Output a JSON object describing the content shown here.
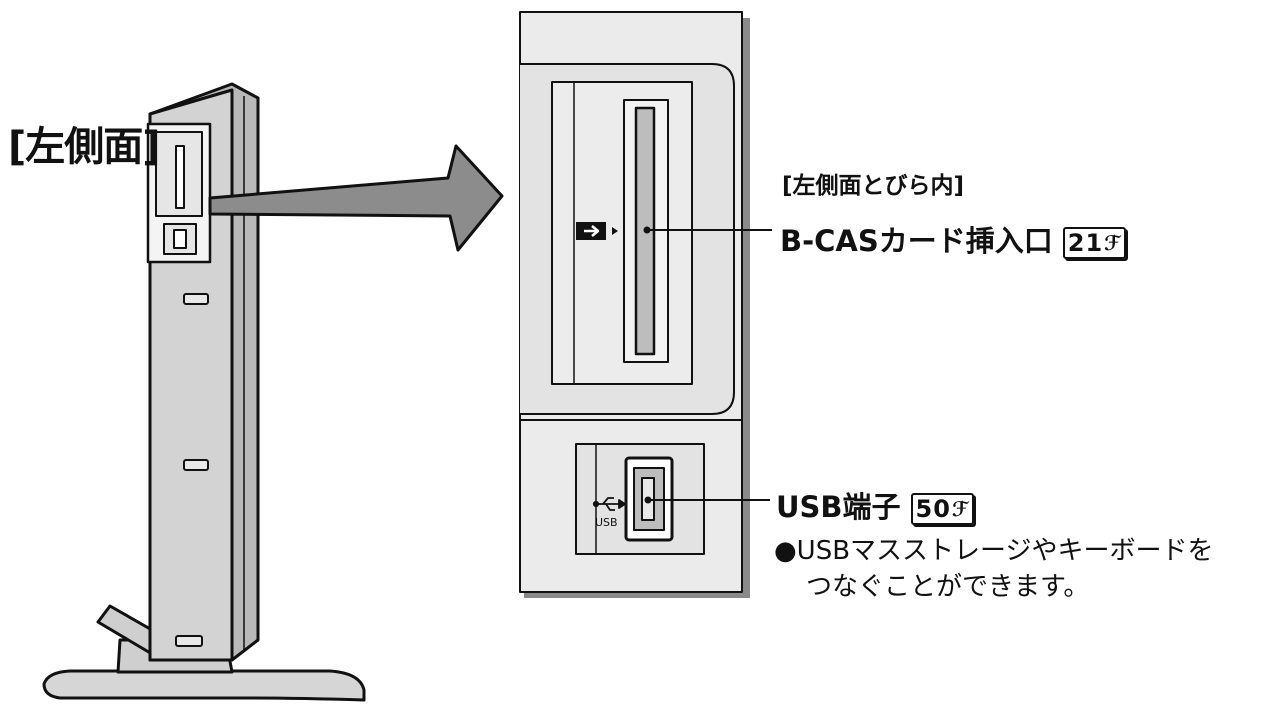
{
  "labels": {
    "left_side": "[左側面]",
    "inside_door": "[左側面とびら内]",
    "bcas_slot": "B-CASカード挿入口",
    "bcas_page": "21",
    "usb_terminal": "USB端子",
    "usb_page": "50",
    "page_mark": "ℱ",
    "usb_desc_line1": "●USBマスストレージやキーボードを",
    "usb_desc_line2": "つなぐことができます。",
    "usb_icon_text": "USB"
  },
  "colors": {
    "panel_fill": "#ebebeb",
    "panel_shadow": "#8a8a8a",
    "device_body": "#bdbdbd",
    "device_face": "#d9d9d9",
    "arrow_fill": "#8c8c8c",
    "line": "#111111"
  }
}
